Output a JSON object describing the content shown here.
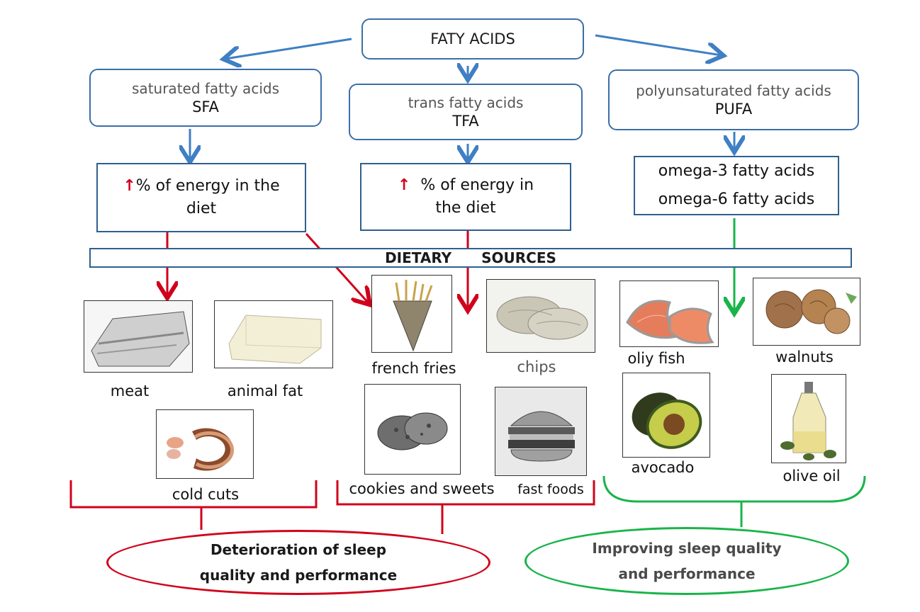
{
  "top": {
    "title": "FATY ACIDS"
  },
  "columns": {
    "sfa": {
      "name": "saturated fatty acids",
      "abbr": "SFA"
    },
    "tfa": {
      "name": "trans fatty acids",
      "abbr": "TFA"
    },
    "pufa": {
      "name": "polyunsaturated fatty acids",
      "abbr": "PUFA"
    }
  },
  "energy": {
    "sfa": {
      "line1": "% of energy in the",
      "line2": "diet"
    },
    "tfa": {
      "line1": "% of energy in",
      "line2": "the diet"
    }
  },
  "omega": {
    "line1": "omega-3 fatty acids",
    "line2": "omega-6 fatty acids"
  },
  "dietary": {
    "word1": "DIETARY",
    "word2": "SOURCES"
  },
  "foods": {
    "meat": "meat",
    "animal_fat": "animal fat",
    "cold_cuts": "cold cuts",
    "french_fries": "french fries",
    "chips": "chips",
    "cookies": "cookies and sweets",
    "fast_foods": "fast foods",
    "oily_fish": "oliy fish",
    "walnuts": "walnuts",
    "avocado": "avocado",
    "olive_oil": "olive oil"
  },
  "outcomes": {
    "bad": "Deterioration of sleep quality and performance",
    "good": "Improving sleep quality and performance"
  },
  "colors": {
    "blue_arrow": "#3f7fc4",
    "red": "#d0021b",
    "green": "#19b44a",
    "box_border": "#3b6fa6"
  }
}
